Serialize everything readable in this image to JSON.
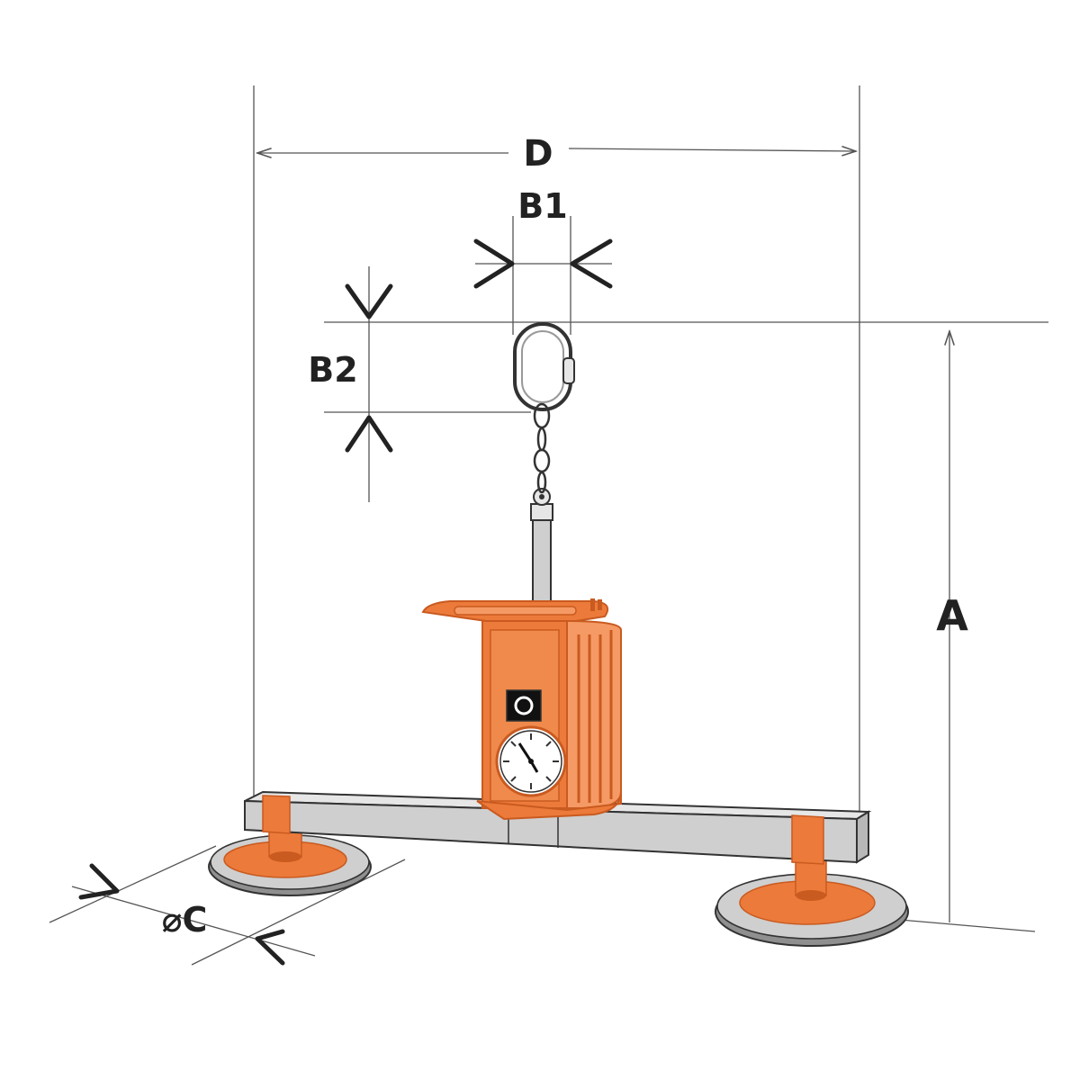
{
  "labels": {
    "d": "D",
    "b1": "B1",
    "b2": "B2",
    "a": "A",
    "c": "⌀C"
  },
  "colors": {
    "orange": "#ec7a3a",
    "orange_dark": "#c95a20",
    "orange_light": "#f59a64",
    "grey": "#cfcfcf",
    "grey_dark": "#8f8f8f",
    "outline": "#333333",
    "dim_line": "#555555",
    "text": "#222222"
  },
  "icons": {
    "gauge": "vacuum-gauge-icon",
    "switch": "power-button-icon"
  }
}
